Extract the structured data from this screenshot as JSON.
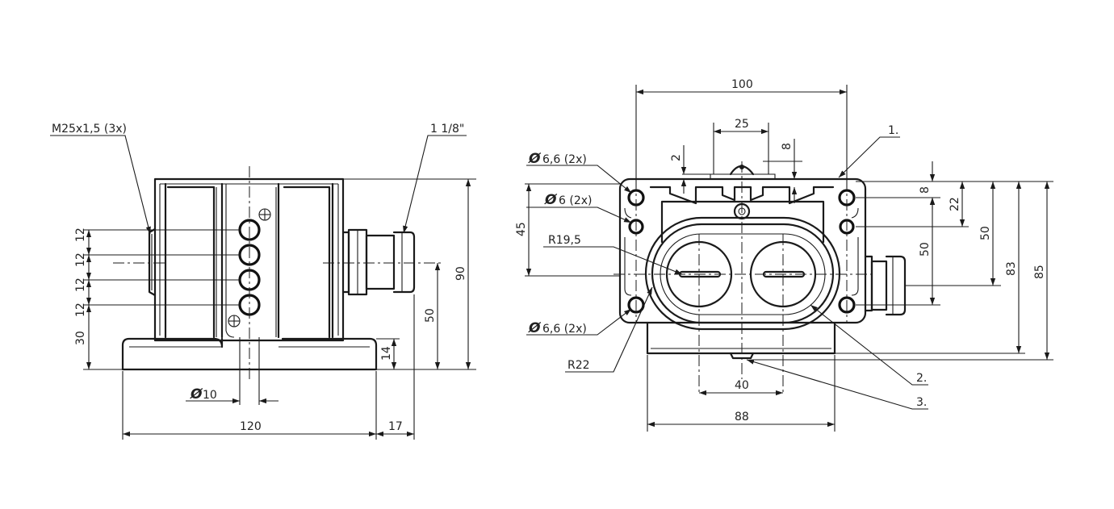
{
  "left_view": {
    "thread_note": "M25x1,5 (3x)",
    "conduit_note": "1 1/8\"",
    "dim_hole_spacing_1": "12",
    "dim_hole_spacing_2": "12",
    "dim_hole_spacing_3": "12",
    "dim_hole_spacing_4": "12",
    "dim_base_to_hole": "30",
    "dim_base_thickness": "14",
    "dim_conduit_height": "50",
    "dim_total_height": "90",
    "dim_diameter_value": "10",
    "dim_width": "120",
    "dim_conduit_length": "17"
  },
  "right_view": {
    "dim_mounting_span": "100",
    "dim_top_center": "25",
    "dim_small_2": "2",
    "dim_small_8": "8",
    "callout_1": "1.",
    "callout_2": "2.",
    "callout_3": "3.",
    "hole_66_top": "6,6  (2x)",
    "hole_6": "6  (2x)",
    "hole_66_bottom": "6,6  (2x)",
    "radius_195": "R19,5",
    "radius_22": "R22",
    "dim_45": "45",
    "dim_8_right": "8",
    "dim_22": "22",
    "dim_50_inner": "50",
    "dim_50_outer": "50",
    "dim_83": "83",
    "dim_85": "85",
    "dim_40": "40",
    "dim_88": "88"
  }
}
